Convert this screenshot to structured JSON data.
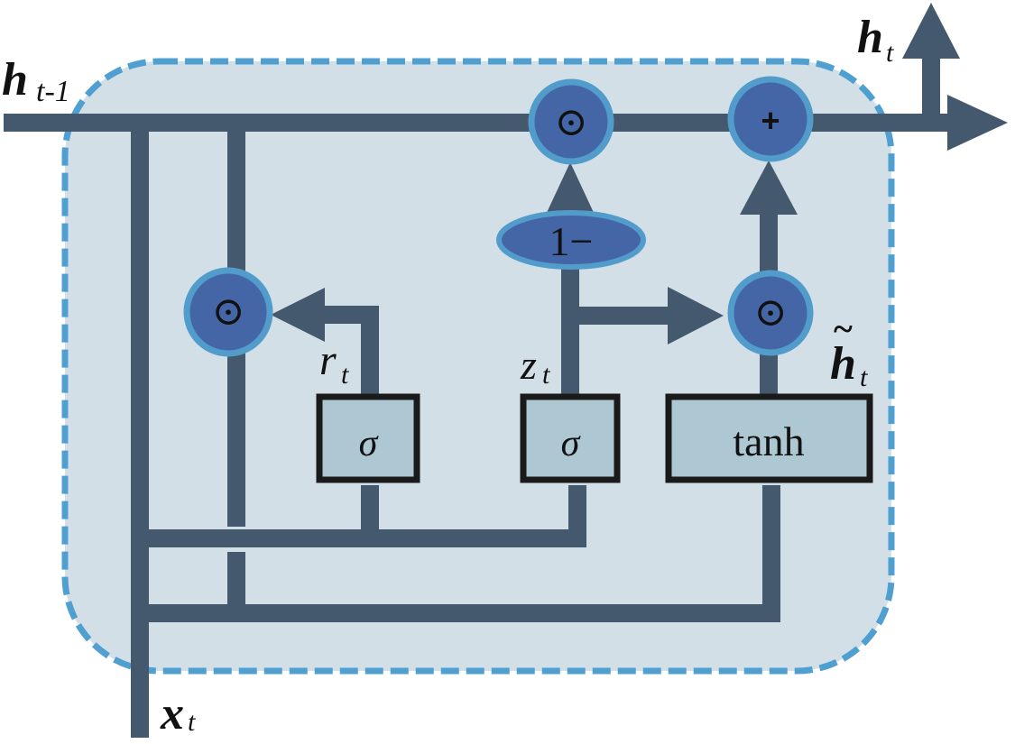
{
  "diagram": {
    "title": "GRU cell",
    "colors": {
      "line": "#44596e",
      "cell_fill": "#d2dfe6",
      "cell_border": "#4f9fd0",
      "node_fill": "#4566a6",
      "node_ring": "#519ccb",
      "box_fill": "#adc7d3",
      "box_border": "#1a1a1a",
      "text": "#111111"
    },
    "labels": {
      "h_prev": {
        "main": "h",
        "sub": "t-1"
      },
      "h_out": {
        "main": "h",
        "sub": "t"
      },
      "x_in": {
        "main": "x",
        "sub": "t"
      },
      "r_gate": {
        "main": "r",
        "sub": "t"
      },
      "z_gate": {
        "main": "z",
        "sub": "t"
      },
      "h_cand": {
        "main": "h",
        "sub": "t",
        "accent": "~"
      }
    },
    "nodes": {
      "reset_mult": "⊙",
      "update_mult_top": "⊙",
      "add": "+",
      "cand_mult": "⊙",
      "one_minus": "1−"
    },
    "boxes": {
      "reset_sigma": "σ",
      "update_sigma": "σ",
      "tanh": "tanh"
    }
  }
}
